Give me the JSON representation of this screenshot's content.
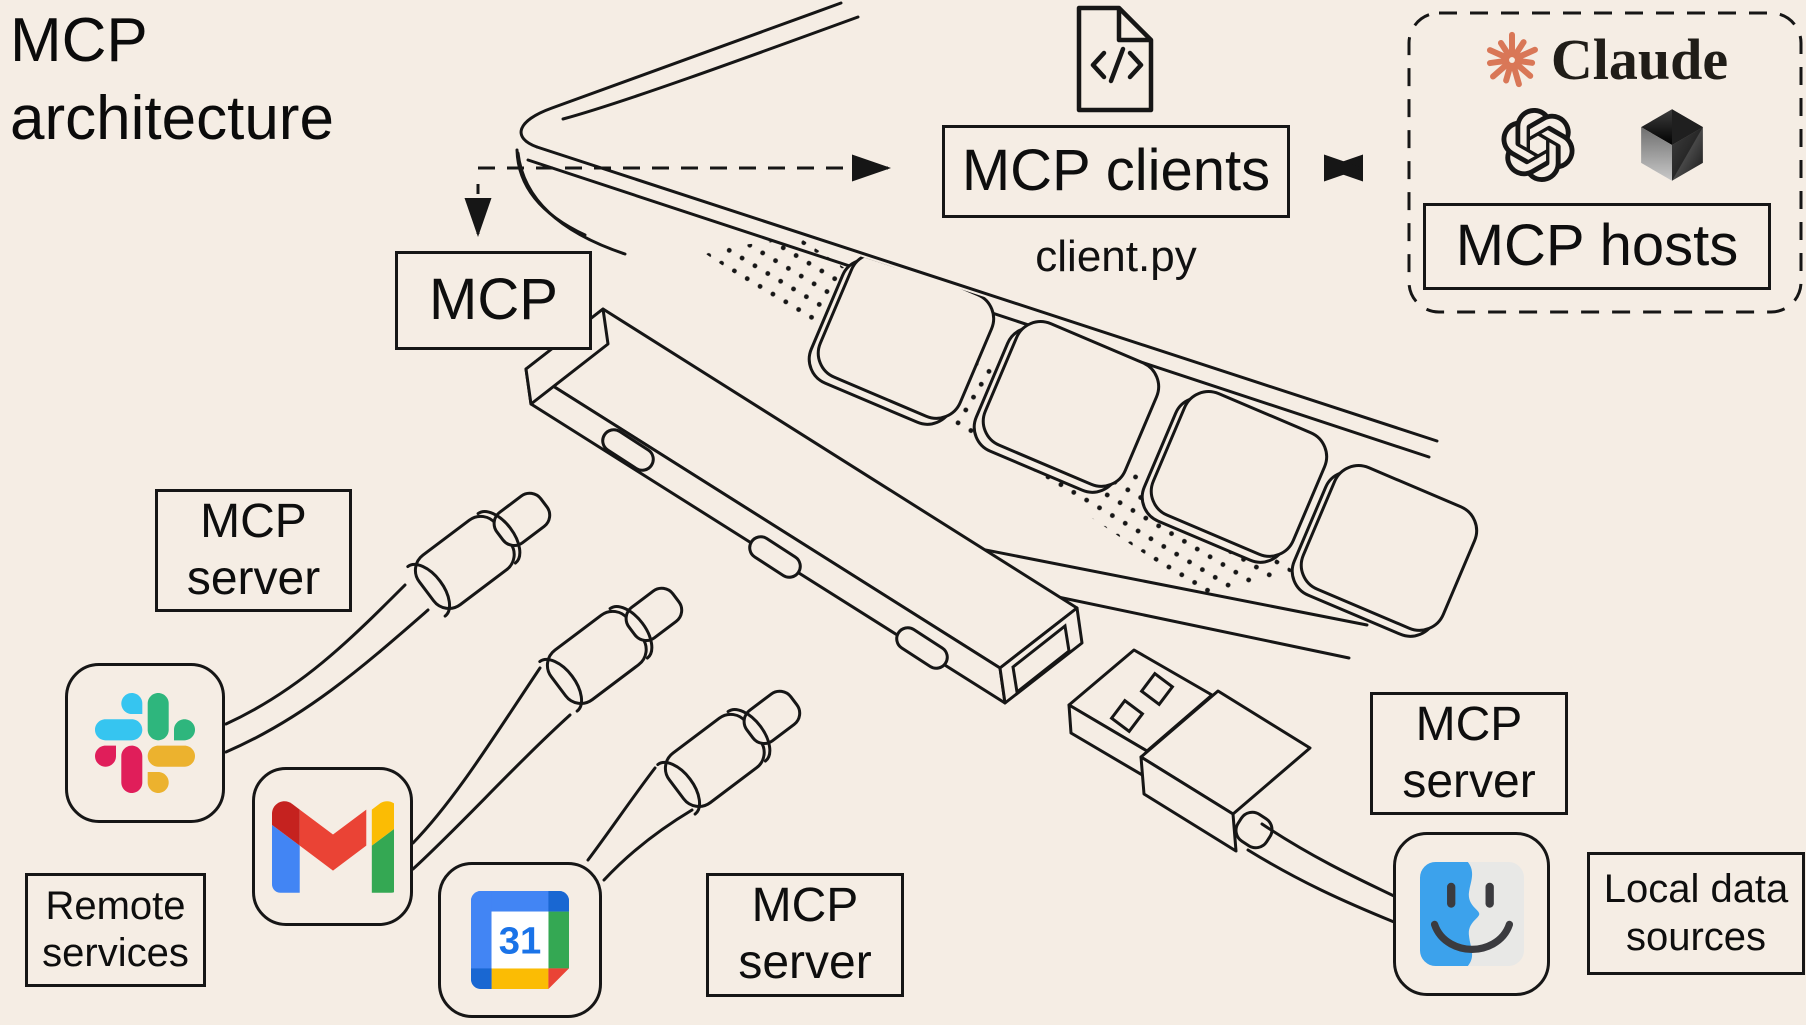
{
  "page": {
    "background": "#F5EDE4",
    "line_color": "#161616"
  },
  "title": {
    "line1": "MCP",
    "line2": "architecture"
  },
  "mcp_label": {
    "text": "MCP"
  },
  "clients": {
    "label": "MCP clients",
    "filename": "client.py",
    "icon": "code-file-icon"
  },
  "hosts": {
    "label": "MCP hosts",
    "claude_text": "Claude",
    "brands": [
      {
        "name": "claude-starburst-icon",
        "color": "#D97757"
      },
      {
        "name": "openai-icon",
        "color": "#161616"
      },
      {
        "name": "cursor-icon",
        "color": "#222222"
      }
    ]
  },
  "servers": [
    {
      "line1": "MCP",
      "line2": "server"
    },
    {
      "line1": "MCP",
      "line2": "server"
    },
    {
      "line1": "MCP",
      "line2": "server"
    }
  ],
  "remote_services": {
    "line1": "Remote",
    "line2": "services"
  },
  "local_data": {
    "line1": "Local data",
    "line2": "sources"
  },
  "apps": {
    "slack": {
      "icon": "slack-icon",
      "colors": [
        "#36C5F0",
        "#2EB67D",
        "#ECB22E",
        "#E01E5A"
      ]
    },
    "gmail": {
      "icon": "gmail-icon",
      "colors": [
        "#4285F4",
        "#34A853",
        "#FBBC04",
        "#EA4335",
        "#C5221F"
      ]
    },
    "calendar": {
      "icon": "google-calendar-icon",
      "day": "31",
      "colors": [
        "#4285F4",
        "#1967D2",
        "#34A853",
        "#FBBC04",
        "#EA4335",
        "#1A73E8"
      ]
    },
    "finder": {
      "icon": "finder-icon",
      "colors": [
        "#3CA2EC",
        "#E8E8E6",
        "#3B3B3F"
      ]
    }
  }
}
